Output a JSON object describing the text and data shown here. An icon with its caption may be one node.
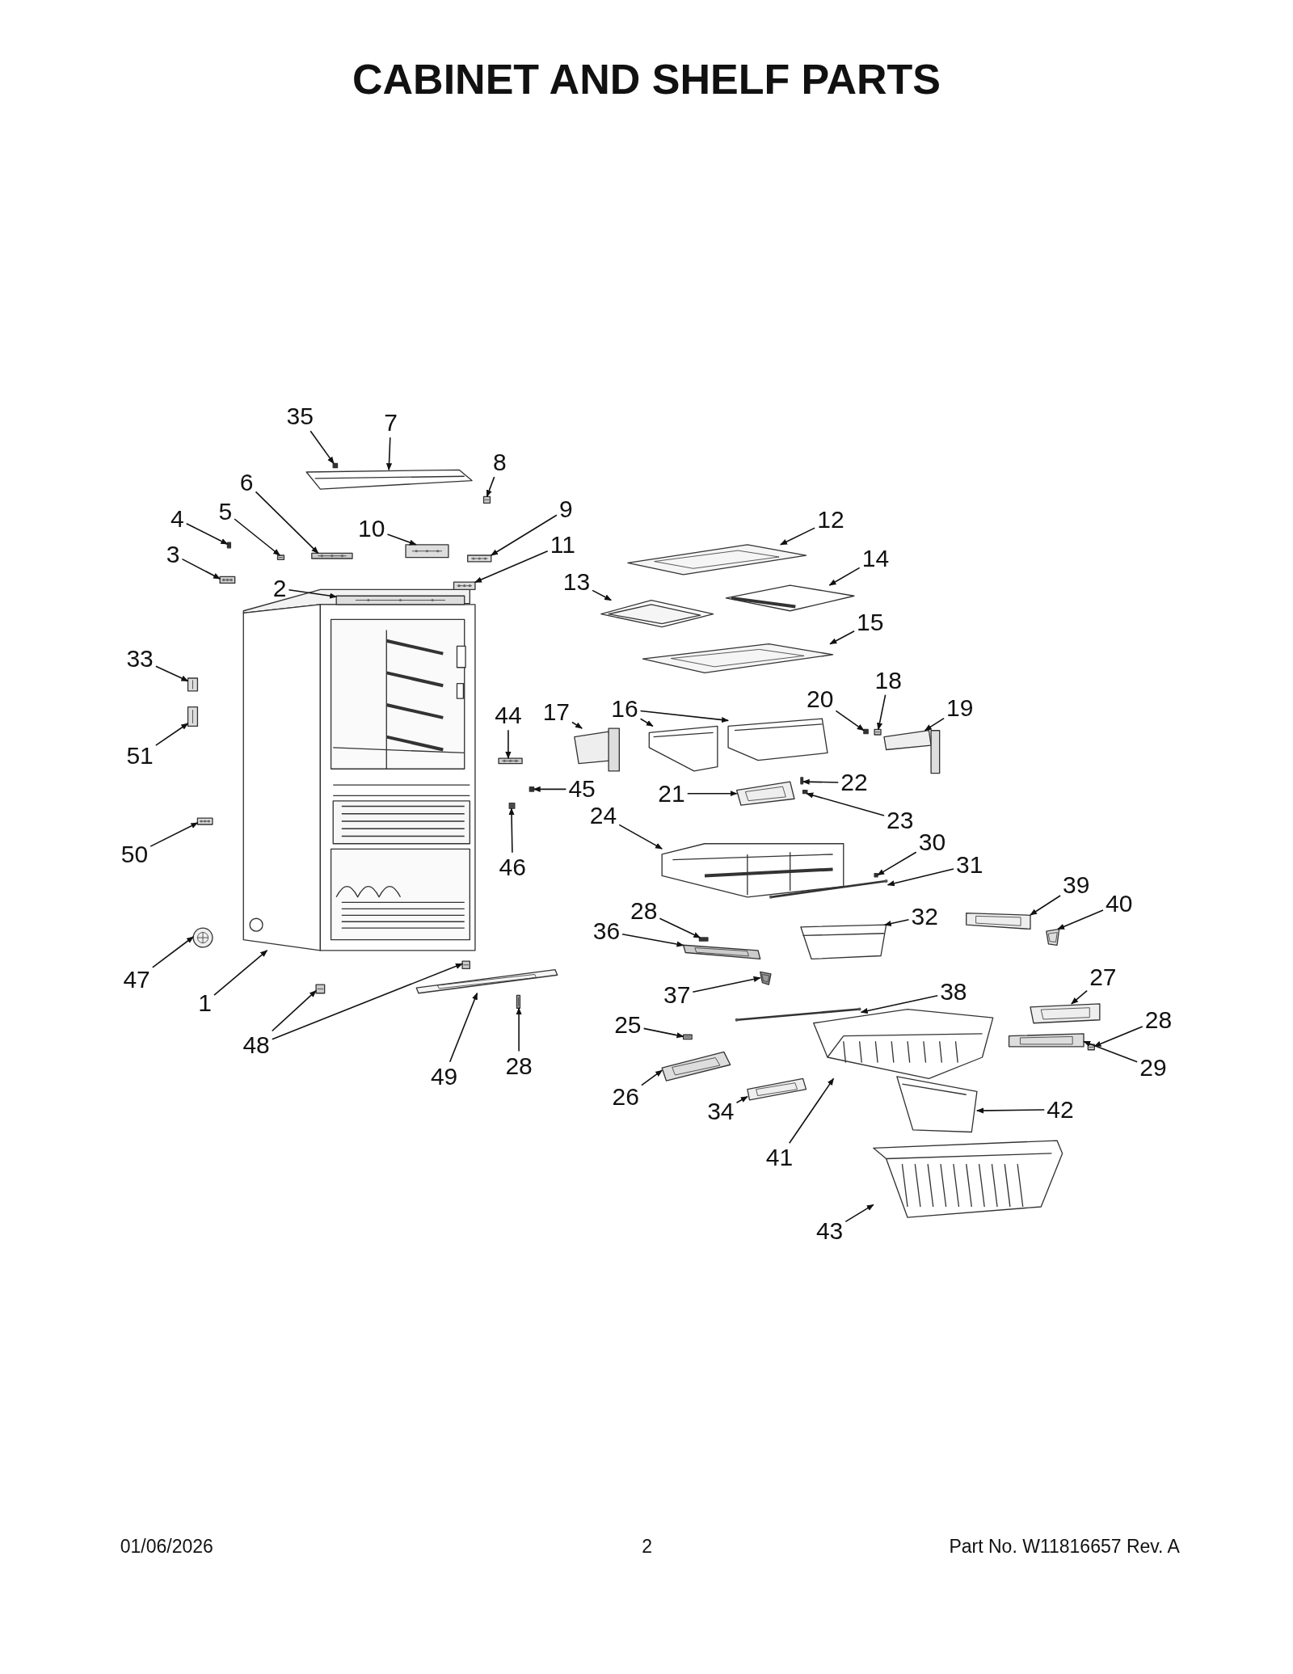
{
  "diagram": {
    "title": "CABINET AND SHELF PARTS",
    "nodes": [
      {
        "text": [
          "35"
        ]
      },
      {
        "text": [
          "7"
        ]
      },
      {
        "text": [
          "8"
        ]
      },
      {
        "text": [
          "6"
        ]
      },
      {
        "text": [
          "9"
        ]
      },
      {
        "text": [
          "4"
        ]
      },
      {
        "text": [
          "5"
        ]
      },
      {
        "text": [
          "12"
        ]
      },
      {
        "text": [
          "10"
        ]
      },
      {
        "text": [
          "11"
        ]
      },
      {
        "text": [
          "3"
        ]
      },
      {
        "text": [
          "14"
        ]
      },
      {
        "text": [
          "13"
        ]
      },
      {
        "text": [
          "2"
        ]
      },
      {
        "text": [
          "15"
        ]
      },
      {
        "text": [
          "33"
        ]
      },
      {
        "text": [
          "18"
        ]
      },
      {
        "text": [
          "20"
        ]
      },
      {
        "text": [
          "19"
        ]
      },
      {
        "text": [
          "16"
        ]
      },
      {
        "text": [
          "17"
        ]
      },
      {
        "text": [
          "44"
        ]
      },
      {
        "text": [
          "51"
        ]
      },
      {
        "text": [
          "21"
        ]
      },
      {
        "text": [
          "22"
        ]
      },
      {
        "text": [
          "45"
        ]
      },
      {
        "text": [
          "23"
        ]
      },
      {
        "text": [
          "24"
        ]
      },
      {
        "text": [
          "30"
        ]
      },
      {
        "text": [
          "50"
        ]
      },
      {
        "text": [
          "31"
        ]
      },
      {
        "text": [
          "46"
        ]
      },
      {
        "text": [
          "39"
        ]
      },
      {
        "text": [
          "40"
        ]
      },
      {
        "text": [
          "28"
        ]
      },
      {
        "text": [
          "32"
        ]
      },
      {
        "text": [
          "36"
        ]
      },
      {
        "text": [
          "27"
        ]
      },
      {
        "text": [
          "47"
        ]
      },
      {
        "text": [
          "38"
        ]
      },
      {
        "text": [
          "37"
        ]
      },
      {
        "text": [
          "1"
        ]
      },
      {
        "text": [
          "28"
        ]
      },
      {
        "text": [
          "25"
        ]
      },
      {
        "text": [
          "48"
        ]
      },
      {
        "text": [
          "28"
        ]
      },
      {
        "text": [
          "29"
        ]
      },
      {
        "text": [
          "49"
        ]
      },
      {
        "text": [
          "26"
        ]
      },
      {
        "text": [
          "42"
        ]
      },
      {
        "text": [
          "34"
        ]
      },
      {
        "text": [
          "41"
        ]
      },
      {
        "text": [
          "43"
        ]
      },
      {
        "text": [],
        "shape": "picture"
      },
      {
        "text": [],
        "shape": "picture",
        "in": 53
      },
      {
        "text": [],
        "shape": "picture"
      },
      {
        "text": [],
        "shape": "picture"
      },
      {
        "text": [],
        "shape": "picture"
      },
      {
        "text": [],
        "shape": "picture"
      },
      {
        "text": [],
        "shape": "picture"
      },
      {
        "text": [],
        "shape": "picture"
      },
      {
        "text": [],
        "shape": "picture"
      },
      {
        "text": [],
        "shape": "picture"
      },
      {
        "text": [],
        "shape": "picture"
      },
      {
        "text": [],
        "shape": "picture"
      },
      {
        "text": [],
        "shape": "picture"
      },
      {
        "text": [],
        "shape": "picture"
      },
      {
        "text": [],
        "shape": "picture"
      },
      {
        "text": [],
        "shape": "picture"
      },
      {
        "text": [],
        "shape": "picture"
      },
      {
        "text": [],
        "shape": "picture"
      },
      {
        "text": [],
        "shape": "picture"
      },
      {
        "text": [],
        "shape": "picture"
      },
      {
        "text": [],
        "shape": "picture"
      },
      {
        "text": [],
        "shape": "picture"
      },
      {
        "text": [],
        "shape": "picture"
      },
      {
        "text": [],
        "shape": "picture"
      },
      {
        "text": [],
        "shape": "picture"
      },
      {
        "text": [],
        "shape": "picture"
      },
      {
        "text": [],
        "shape": "picture"
      },
      {
        "text": [],
        "shape": "picture"
      },
      {
        "text": [],
        "shape": "picture"
      },
      {
        "text": [],
        "shape": "picture"
      },
      {
        "text": [],
        "shape": "picture"
      },
      {
        "text": [],
        "shape": "picture"
      },
      {
        "text": [],
        "shape": "picture"
      },
      {
        "text": [],
        "shape": "picture"
      },
      {
        "text": [],
        "shape": "picture"
      },
      {
        "text": [],
        "shape": "picture"
      },
      {
        "text": [],
        "shape": "picture"
      },
      {
        "text": [],
        "shape": "picture"
      },
      {
        "text": [],
        "shape": "picture"
      },
      {
        "text": [],
        "shape": "picture"
      },
      {
        "text": [],
        "shape": "picture"
      },
      {
        "text": [],
        "shape": "picture"
      },
      {
        "text": [],
        "shape": "picture"
      },
      {
        "text": [],
        "shape": "picture"
      },
      {
        "text": [],
        "shape": "picture"
      },
      {
        "text": [],
        "shape": "picture"
      },
      {
        "text": [],
        "shape": "picture"
      },
      {
        "text": [],
        "shape": "picture"
      },
      {
        "text": [],
        "shape": "picture"
      },
      {
        "text": [],
        "shape": "picture"
      },
      {
        "text": [],
        "shape": "picture"
      },
      {
        "text": [],
        "shape": "picture"
      },
      {
        "text": [],
        "shape": "picture"
      },
      {
        "text": [],
        "shape": "picture"
      },
      {
        "text": [],
        "shape": "picture"
      }
    ],
    "edges": [
      {
        "from": 0,
        "to": 55,
        "arrow": "to"
      },
      {
        "from": 1,
        "to": 56,
        "arrow": "to"
      },
      {
        "from": 2,
        "to": 57,
        "arrow": "to"
      },
      {
        "from": 3,
        "to": 58,
        "arrow": "to"
      },
      {
        "from": 4,
        "to": 59,
        "arrow": "to"
      },
      {
        "from": 5,
        "to": 60,
        "arrow": "to"
      },
      {
        "from": 6,
        "to": 61,
        "arrow": "to"
      },
      {
        "from": 7,
        "to": 62,
        "arrow": "to"
      },
      {
        "from": 8,
        "to": 63,
        "arrow": "to"
      },
      {
        "from": 9,
        "to": 64,
        "arrow": "to"
      },
      {
        "from": 10,
        "to": 65,
        "arrow": "to"
      },
      {
        "from": 11,
        "to": 66,
        "arrow": "to"
      },
      {
        "from": 12,
        "to": 67,
        "arrow": "to"
      },
      {
        "from": 13,
        "to": 54,
        "arrow": "to"
      },
      {
        "from": 14,
        "to": 68,
        "arrow": "to"
      },
      {
        "from": 15,
        "to": 69,
        "arrow": "to"
      },
      {
        "from": 16,
        "to": 70,
        "arrow": "to"
      },
      {
        "from": 17,
        "to": 71,
        "arrow": "to"
      },
      {
        "from": 18,
        "to": 72,
        "arrow": "to"
      },
      {
        "from": 19,
        "to": 73,
        "arrow": "to"
      },
      {
        "from": 19,
        "to": 74,
        "arrow": "to"
      },
      {
        "from": 20,
        "to": 75,
        "arrow": "to"
      },
      {
        "from": 21,
        "to": 76,
        "arrow": "to"
      },
      {
        "from": 22,
        "to": 77,
        "arrow": "to"
      },
      {
        "from": 23,
        "to": 78,
        "arrow": "to"
      },
      {
        "from": 24,
        "to": 79,
        "arrow": "to"
      },
      {
        "from": 25,
        "to": 80,
        "arrow": "to"
      },
      {
        "from": 26,
        "to": 81,
        "arrow": "to"
      },
      {
        "from": 27,
        "to": 82,
        "arrow": "to"
      },
      {
        "from": 28,
        "to": 83,
        "arrow": "to"
      },
      {
        "from": 29,
        "to": 84,
        "arrow": "to"
      },
      {
        "from": 30,
        "to": 85,
        "arrow": "to"
      },
      {
        "from": 31,
        "to": 86,
        "arrow": "to"
      },
      {
        "from": 32,
        "to": 87,
        "arrow": "to"
      },
      {
        "from": 33,
        "to": 88,
        "arrow": "to"
      },
      {
        "from": 34,
        "to": 89,
        "arrow": "to"
      },
      {
        "from": 35,
        "to": 90,
        "arrow": "to"
      },
      {
        "from": 36,
        "to": 91,
        "arrow": "to"
      },
      {
        "from": 37,
        "to": 92,
        "arrow": "to"
      },
      {
        "from": 38,
        "to": 93,
        "arrow": "to"
      },
      {
        "from": 39,
        "to": 94,
        "arrow": "to"
      },
      {
        "from": 40,
        "to": 95,
        "arrow": "to"
      },
      {
        "from": 41,
        "to": 53,
        "arrow": "to"
      },
      {
        "from": 42,
        "to": 96,
        "arrow": "to"
      },
      {
        "from": 43,
        "to": 97,
        "arrow": "to"
      },
      {
        "from": 44,
        "to": 98,
        "arrow": "to"
      },
      {
        "from": 44,
        "to": 99,
        "arrow": "to"
      },
      {
        "from": 45,
        "to": 100,
        "arrow": "to"
      },
      {
        "from": 46,
        "to": 101,
        "arrow": "to"
      },
      {
        "from": 47,
        "to": 102,
        "arrow": "to"
      },
      {
        "from": 48,
        "to": 103,
        "arrow": "to"
      },
      {
        "from": 49,
        "to": 104,
        "arrow": "to"
      },
      {
        "from": 50,
        "to": 105,
        "arrow": "to"
      },
      {
        "from": 51,
        "to": 106,
        "arrow": "to"
      },
      {
        "from": 52,
        "to": 107,
        "arrow": "to"
      }
    ],
    "labels": [
      "01/06/2026",
      "2",
      "Part No. W11816657 Rev. A"
    ]
  }
}
